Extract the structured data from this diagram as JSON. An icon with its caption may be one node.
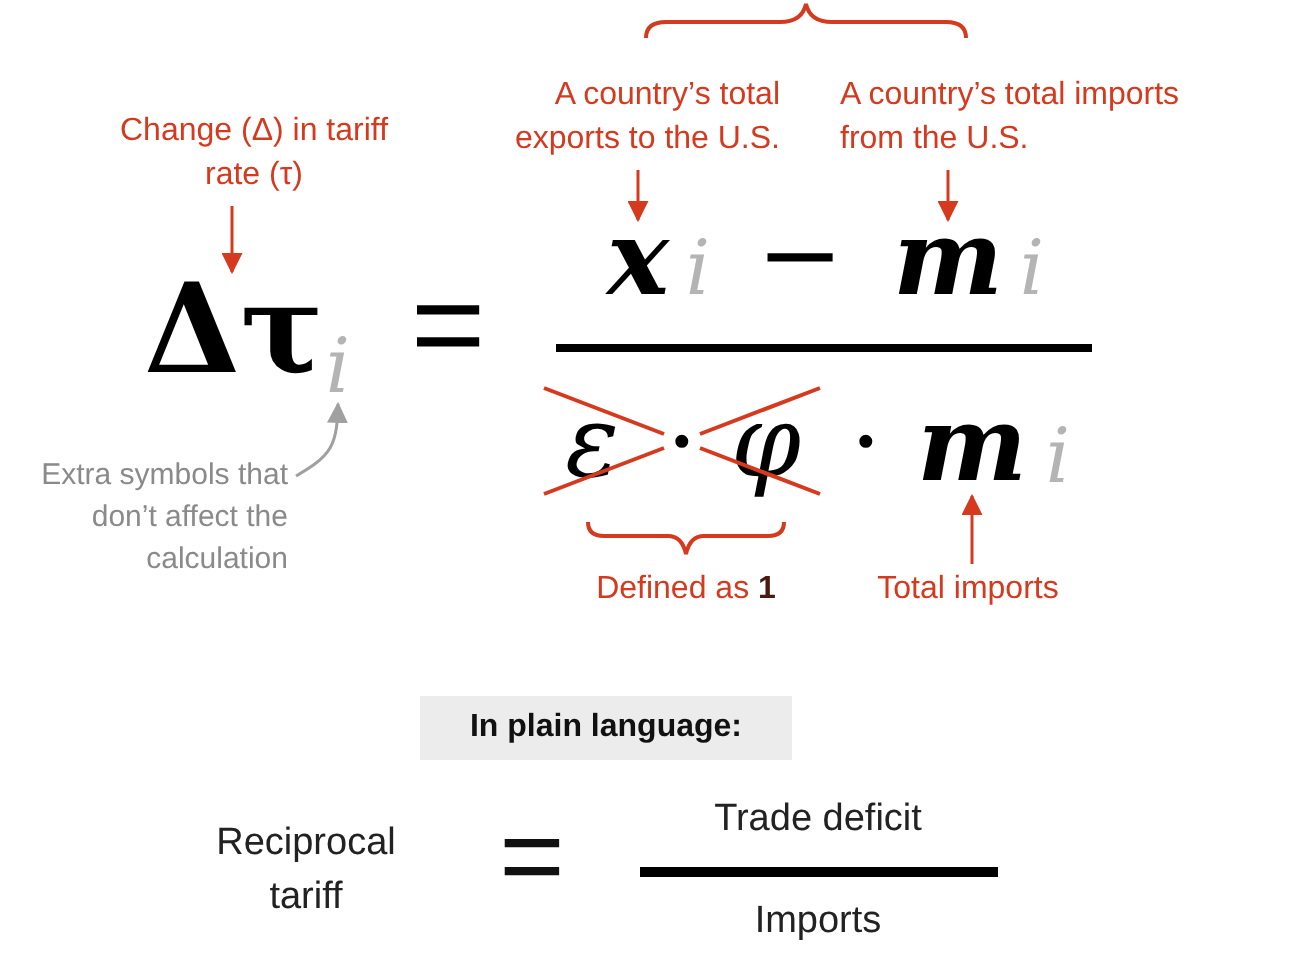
{
  "diagram": {
    "nodes": [
      {
        "text": [
          "Change (Δ) in tariff rate (τ)"
        ]
      },
      {
        "text": [
          "Δτ"
        ]
      },
      {
        "text": [
          "i"
        ]
      },
      {
        "text": [
          "Extra symbols that don’t affect the calculation"
        ]
      },
      {
        "text": [
          "A country’s total exports to the U.S."
        ]
      },
      {
        "text": [
          "A country’s total imports from the U.S."
        ]
      },
      {
        "text": [
          "x"
        ]
      },
      {
        "text": [
          "m"
        ]
      },
      {
        "text": [
          "m"
        ]
      },
      {
        "text": [
          "Total imports"
        ]
      }
    ],
    "edges": [
      {
        "from": 0,
        "to": 1,
        "arrow": "to"
      },
      {
        "from": 3,
        "to": 2,
        "arrow": "to",
        "color": "#a0a0a0"
      },
      {
        "from": 4,
        "to": 6,
        "arrow": "to"
      },
      {
        "from": 5,
        "to": 7,
        "arrow": "to"
      },
      {
        "from": 9,
        "to": 8,
        "arrow": "to"
      }
    ],
    "labels": [
      "=",
      "i",
      "−",
      "i",
      "ε",
      "·",
      "φ",
      "·",
      "i",
      "Defined as **1**",
      "In plain language:",
      "Reciprocal tariff",
      "=",
      "Trade deficit",
      "Imports"
    ]
  }
}
